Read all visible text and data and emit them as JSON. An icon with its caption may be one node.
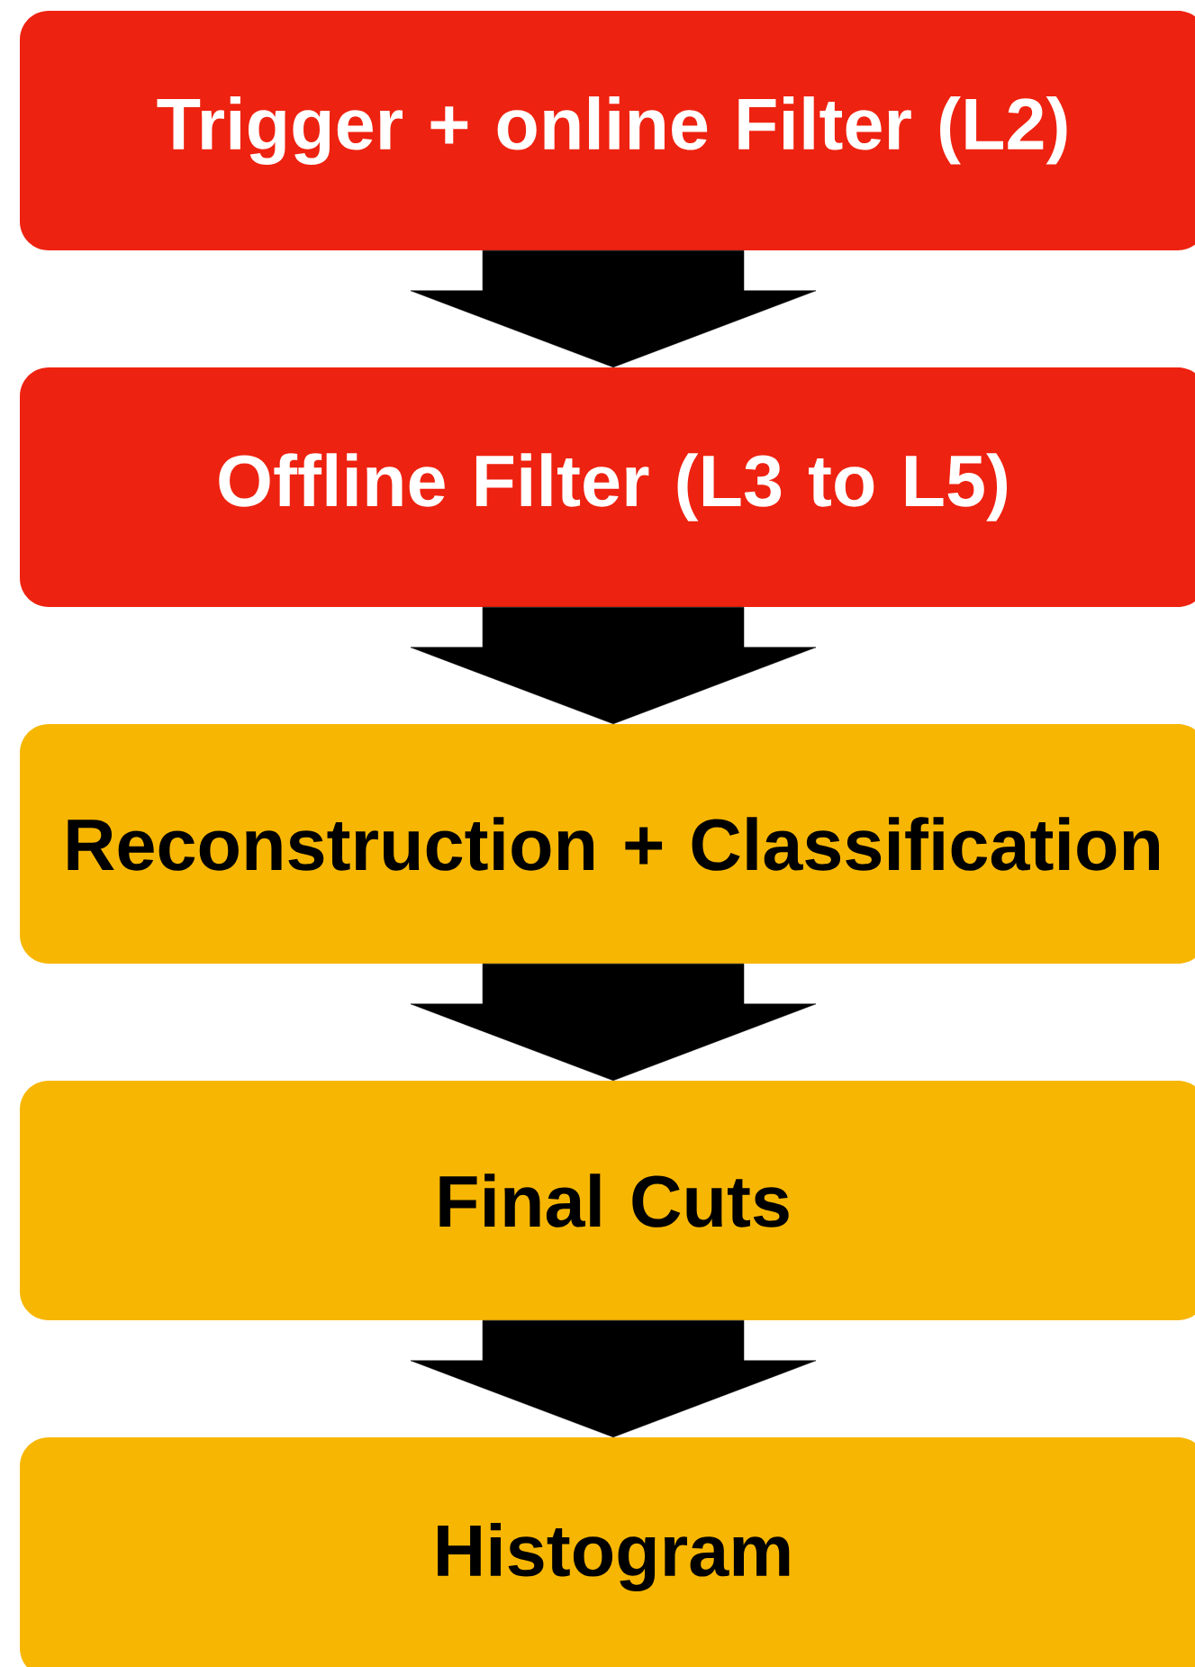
{
  "diagram": {
    "nodes": [
      {
        "text": [
          "Trigger + online Filter (L2)"
        ]
      },
      {
        "text": [
          "Offline Filter (L3 to L5)"
        ]
      },
      {
        "text": [
          "Reconstruction + Classification"
        ]
      },
      {
        "text": [
          "Final Cuts"
        ]
      },
      {
        "text": [
          "Histogram"
        ]
      }
    ],
    "edges": [
      {
        "from": 0,
        "to": 1,
        "arrow": "to"
      },
      {
        "from": 1,
        "to": 2,
        "arrow": "to"
      },
      {
        "from": 2,
        "to": 3,
        "arrow": "to"
      },
      {
        "from": 3,
        "to": 4,
        "arrow": "to"
      }
    ]
  }
}
